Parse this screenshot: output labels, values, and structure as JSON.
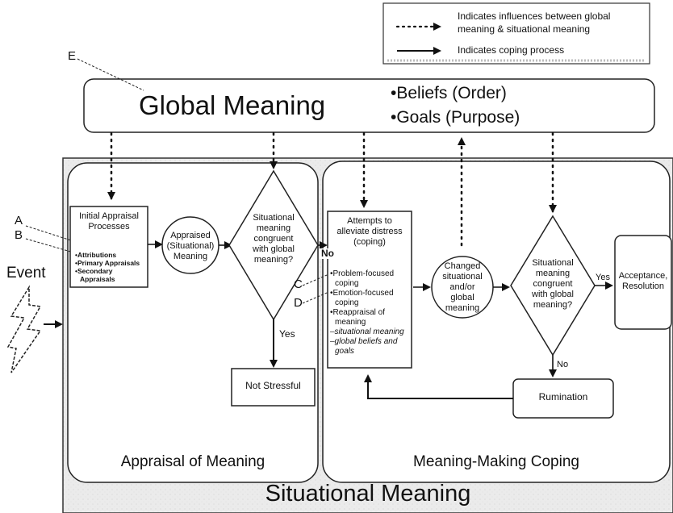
{
  "legend": {
    "dotted": "Indicates influences between global meaning & situational meaning",
    "dotted_line1": "Indicates influences between global",
    "dotted_line2": "meaning & situational meaning",
    "solid": "Indicates coping process"
  },
  "labels": {
    "A": "A",
    "B": "B",
    "C": "C",
    "D": "D",
    "E": "E",
    "event": "Event"
  },
  "global": {
    "title": "Global Meaning",
    "beliefs": "•Beliefs (Order)",
    "goals": "•Goals (Purpose)"
  },
  "situational": {
    "title": "Situational Meaning",
    "appraisal_section": "Appraisal of Meaning",
    "coping_section": "Meaning-Making Coping"
  },
  "initial": {
    "title1": "Initial Appraisal",
    "title2": "Processes",
    "item1": "•Attributions",
    "item2": "•Primary Appraisals",
    "item3": "•Secondary",
    "item4": "Appraisals"
  },
  "appraised": {
    "l1": "Appraised",
    "l2": "(Situational)",
    "l3": "Meaning"
  },
  "decision1": {
    "l1": "Situational",
    "l2": "meaning",
    "l3": "congruent",
    "l4": "with global",
    "l5": "meaning?"
  },
  "not_stressful": "Not Stressful",
  "yes1": "Yes",
  "no1": "No",
  "attempts": {
    "l1": "Attempts to",
    "l2": "alleviate distress",
    "l3": "(coping)",
    "i1": "•Problem-focused",
    "i1b": "coping",
    "i2": "•Emotion-focused",
    "i2b": "coping",
    "i3": "•Reappraisal of",
    "i3b": "meaning",
    "s1": "–situational meaning",
    "s2": "–global beliefs and",
    "s2b": "goals"
  },
  "changed": {
    "l1": "Changed",
    "l2": "situational",
    "l3": "and/or",
    "l4": "global",
    "l5": "meaning"
  },
  "decision2": {
    "l1": "Situational",
    "l2": "meaning",
    "l3": "congruent",
    "l4": "with global",
    "l5": "meaning?"
  },
  "yes2": "Yes",
  "no2": "No",
  "acceptance": {
    "l1": "Acceptance,",
    "l2": "Resolution"
  },
  "rumination": "Rumination"
}
